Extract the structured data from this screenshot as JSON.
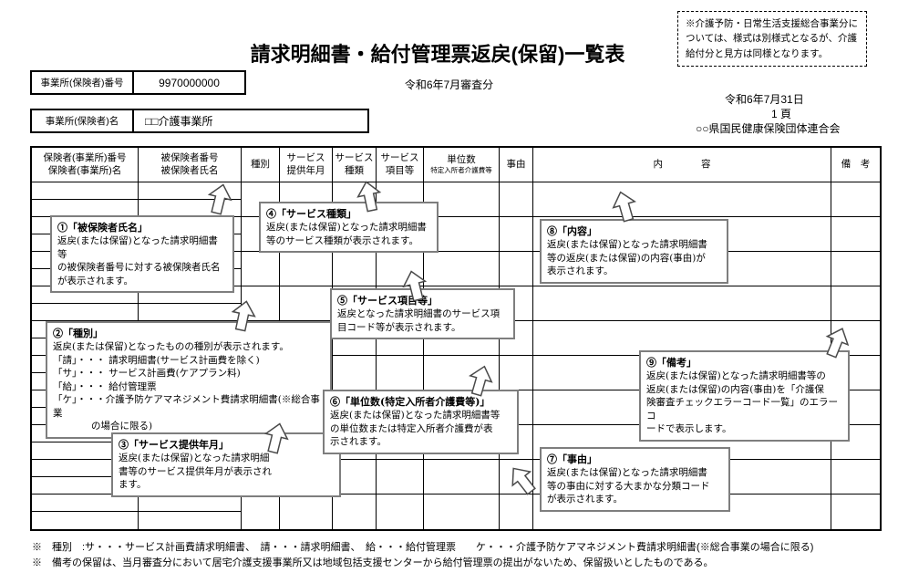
{
  "page": {
    "title": "請求明細書・給付管理票返戻(保留)一覧表",
    "subtitle": "令和6年7月審査分",
    "note": "※介護予防・日常生活支援総合事業分については、様式は別様式となるが、介護給付分と見方は同様となります。",
    "date": "令和6年7月31日",
    "page_no": "1 頁",
    "organization": "○○県国民健康保険団体連合会"
  },
  "fields": {
    "office_number_label": "事業所(保険者)番号",
    "office_number_value": "9970000000",
    "office_name_label": "事業所(保険者)名",
    "office_name_value": "□□介護事業所"
  },
  "table": {
    "headers": [
      {
        "line1": "保険者(事業所)番号",
        "line2": "保険者(事業所)名"
      },
      {
        "line1": "被保険者番号",
        "line2": "被保険者氏名"
      },
      {
        "line1": "種別",
        "line2": ""
      },
      {
        "line1": "サービス",
        "line2": "提供年月"
      },
      {
        "line1": "サービス",
        "line2": "種類"
      },
      {
        "line1": "サービス",
        "line2": "項目等"
      },
      {
        "line1": "単位数",
        "line2": "特定入所者介護費等"
      },
      {
        "line1": "事由",
        "line2": ""
      },
      {
        "line1": "内　　　　容",
        "line2": ""
      },
      {
        "line1": "備　考",
        "line2": ""
      }
    ]
  },
  "callouts": [
    {
      "title": "①「被保険者氏名」",
      "body": "返戻(または保留)となった請求明細書等\nの被保険者番号に対する被保険者氏名\nが表示されます。"
    },
    {
      "title": "②「種別」",
      "body": "返戻(または保留)となったものの種別が表示されます。\n「請」・・・ 請求明細書(サービス計画費を除く)\n「サ」・・・ サービス計画費(ケアプラン料)\n「給」・・・ 給付管理票\n「ケ」・・・介護予防ケアマネジメント費請求明細書(※総合事業\n　　　　の場合に限る)"
    },
    {
      "title": "③「サービス提供年月」",
      "body": "返戻(または保留)となった請求明細\n書等のサービス提供年月が表示され\nます。"
    },
    {
      "title": "④「サービス種類」",
      "body": "返戻(または保留)となった請求明細書\n等のサービス種類が表示されます。"
    },
    {
      "title": "⑤「サービス項目等」",
      "body": "返戻となった請求明細書のサービス項\n目コード等が表示されます。"
    },
    {
      "title": "⑥「単位数(特定入所者介護費等)」",
      "body": "返戻(または保留)となった請求明細書等\nの単位数または特定入所者介護費が表\n示されます。"
    },
    {
      "title": "⑦「事由」",
      "body": "返戻(または保留)となった請求明細書\n等の事由に対する大まかな分類コード\nが表示されます。"
    },
    {
      "title": "⑧「内容」",
      "body": "返戻(または保留)となった請求明細書\n等の返戻(または保留)の内容(事由)が\n表示されます。"
    },
    {
      "title": "⑨「備考」",
      "body": "返戻(または保留)となった請求明細書等の\n返戻(または保留)の内容(事由)を「介護保\n険審査チェックエラーコード一覧」のエラーコ\nードで表示します。"
    }
  ],
  "footnotes": [
    "※　種別　:サ・・・サービス計画費請求明細書、　請・・・請求明細書、　給・・・給付管理票　　ケ・・・介護予防ケアマネジメント費請求明細書(※総合事業の場合に限る)",
    "※　備考の保留は、当月審査分において居宅介護支援事業所又は地域包括支援センターから給付管理票の提出がないため、保留扱いとしたものである。"
  ]
}
